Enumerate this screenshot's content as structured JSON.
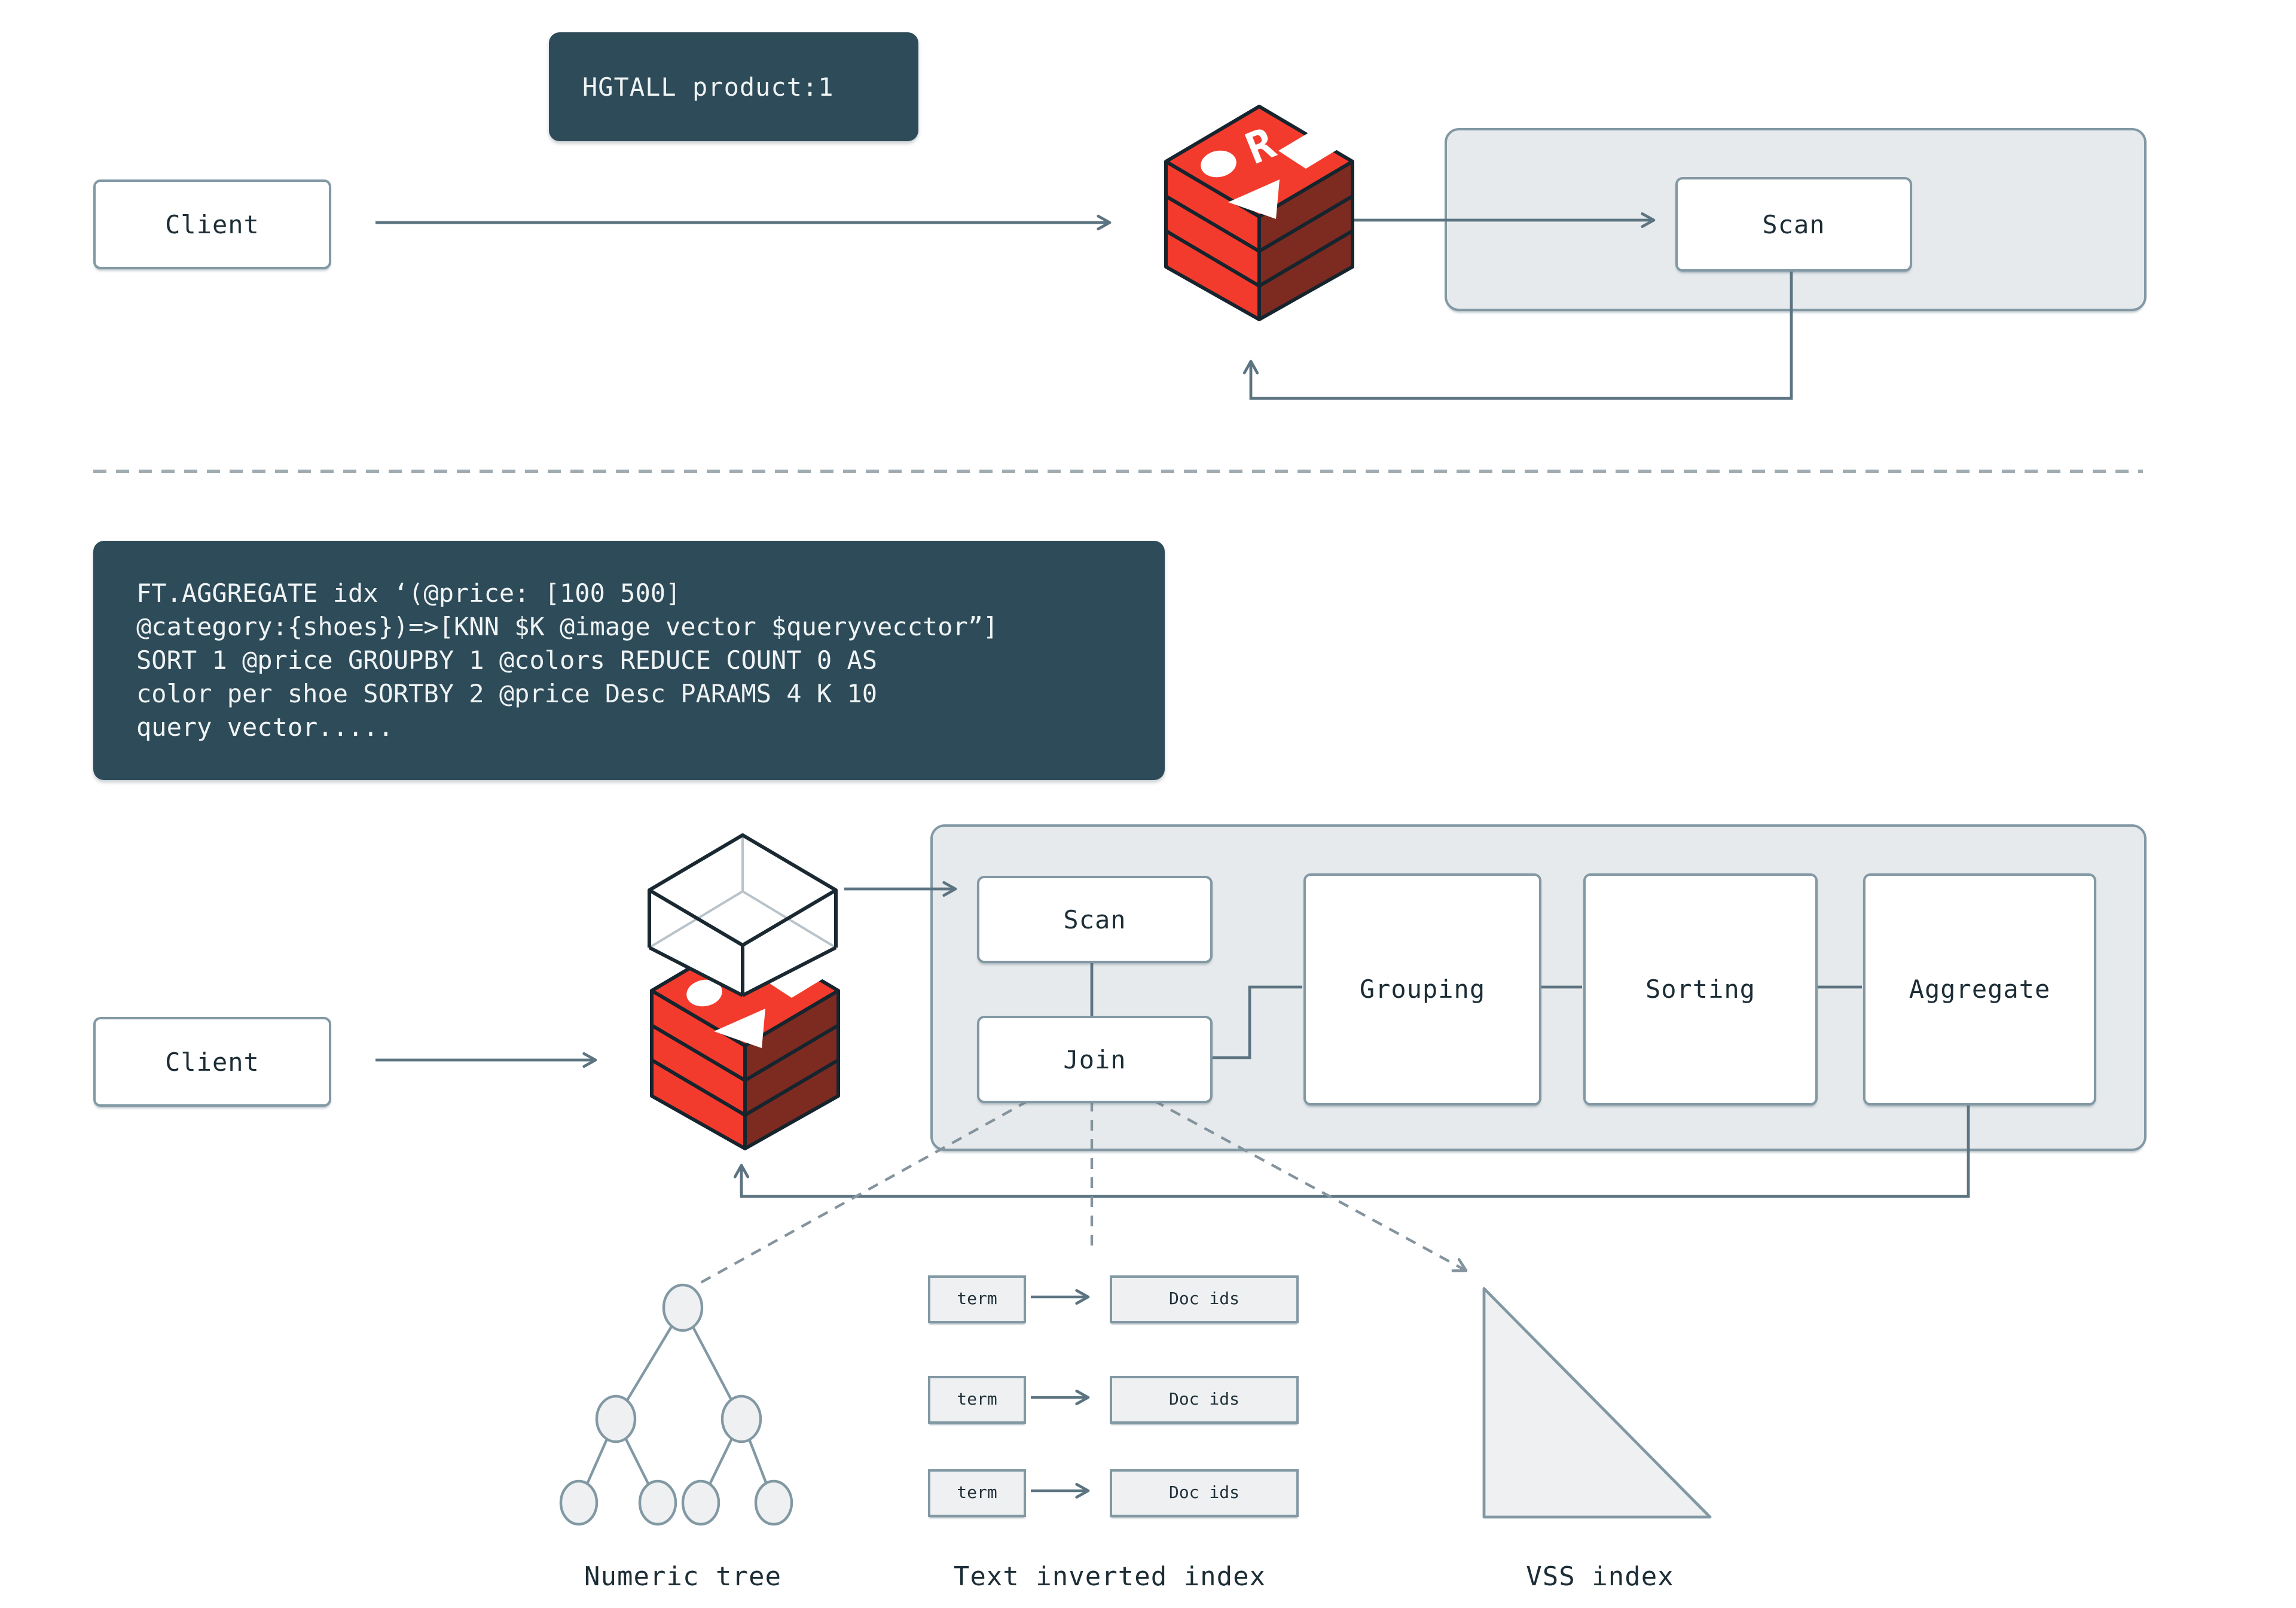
{
  "palette": {
    "slate_dark": "#2e4b59",
    "line": "#5c7481",
    "dashed_line": "#84949e",
    "box_border": "#8299a4",
    "panel_fill": "#e7eaec",
    "node_fill": "#eef0f1",
    "redis_red": "#f33b2d",
    "redis_dark_red": "#7d2b20",
    "cube_outline": "#16242e",
    "text_dark": "#1c2d36",
    "text_light": "#eff3f4"
  },
  "flow1": {
    "command": "HGTALL product:1",
    "client": "Client",
    "scan": "Scan"
  },
  "flow2": {
    "query_lines": [
      "FT.AGGREGATE idx ‘(@price: [100 500]",
      "@category:{shoes})=>[KNN $K @image vector $queryvecctor”]",
      "SORT 1 @price GROUPBY 1 @colors REDUCE COUNT 0 AS",
      "color per shoe SORTBY 2 @price Desc PARAMS 4 K 10",
      "query vector....."
    ],
    "client": "Client",
    "scan": "Scan",
    "join": "Join",
    "grouping": "Grouping",
    "sorting": "Sorting",
    "aggregate": "Aggregate"
  },
  "indexes": {
    "term": "term",
    "doc_ids": "Doc ids",
    "numeric_tree_label": "Numeric tree",
    "inverted_index_label": "Text inverted index",
    "vss_label": "VSS index"
  }
}
